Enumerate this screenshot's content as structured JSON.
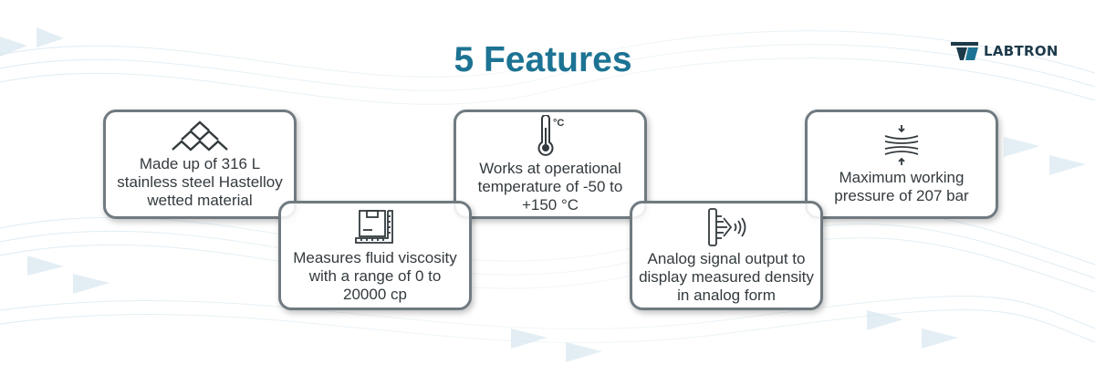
{
  "title": "5 Features",
  "logo": {
    "text": "LABTRON"
  },
  "features": [
    {
      "icon": "triangles-material-icon",
      "text": "Made up of 316 L stainless steel Hastelloy wetted material"
    },
    {
      "icon": "ruler-box-icon",
      "text": "Measures fluid viscosity with a range of 0 to 20000 cp"
    },
    {
      "icon": "thermometer-icon",
      "icon_label": "°C",
      "text": "Works at operational temperature of -50 to +150 °C"
    },
    {
      "icon": "analog-signal-icon",
      "text": "Analog signal output to display measured density in analog form"
    },
    {
      "icon": "pressure-icon",
      "text": "Maximum working pressure of 207 bar"
    }
  ],
  "colors": {
    "title": "#1c7393",
    "border": "#707a80",
    "text": "#333a3e",
    "logo": "#1d3a4a"
  }
}
